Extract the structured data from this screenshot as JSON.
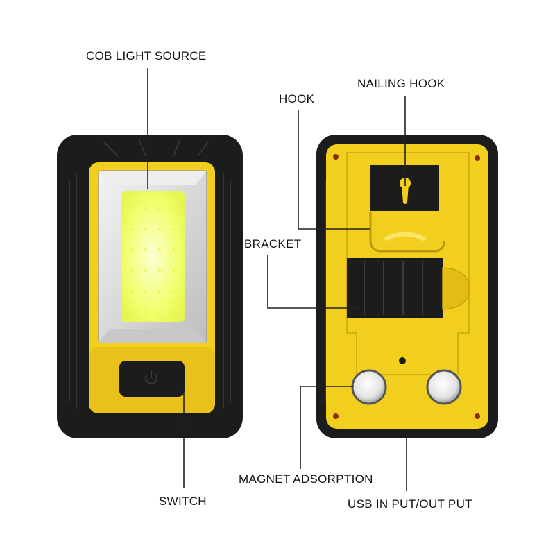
{
  "labels": {
    "cob_light_source": "COB LIGHT SOURCE",
    "switch": "SWITCH",
    "hook": "HOOK",
    "nailing_hook": "NAILING HOOK",
    "bracket": "BRACKET",
    "magnet_adsorption": "MAGNET ADSORPTION",
    "usb": "USB IN PUT/OUT PUT"
  },
  "colors": {
    "housing": "#1c1c1c",
    "housing_edge": "#2b2b2b",
    "yellow": "#f2cf1f",
    "yellow_dark": "#d9b410",
    "cob": "#f3ff7a",
    "cob_glow": "#fbffc8",
    "reflector": "#d5d5d5",
    "magnet": "#e9e9e9",
    "line": "#222222"
  },
  "icons": [
    "keyhole-icon",
    "power-icon"
  ]
}
